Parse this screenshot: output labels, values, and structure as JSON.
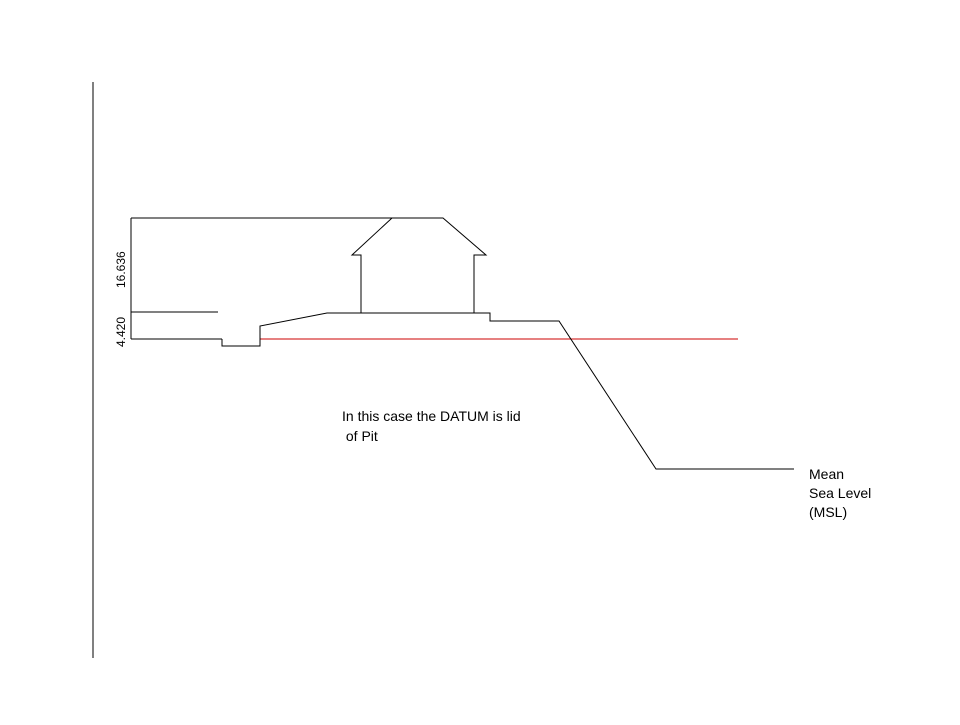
{
  "diagram": {
    "dimension_labels": {
      "lower": "4.420",
      "upper": "16.636"
    },
    "note_lines": [
      "In this case the DATUM is lid",
      " of Pit"
    ],
    "msl_lines": [
      "Mean",
      "Sea Level",
      "(MSL)"
    ],
    "colors": {
      "line": "#000000",
      "datum_line": "#cc0000",
      "background": "#ffffff"
    }
  }
}
